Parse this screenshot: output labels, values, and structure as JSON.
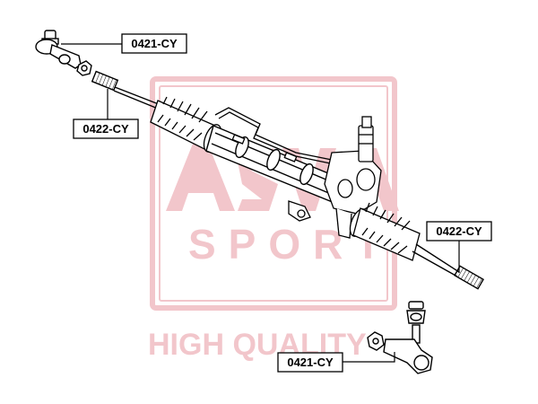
{
  "watermark": {
    "brand_mid": "SPORT",
    "tagline": "HIGH QUALITY",
    "color": "#f2c6cb"
  },
  "callouts": {
    "tie_rod_end_top": "0421-CY",
    "inner_tie_rod_left": "0422-CY",
    "inner_tie_rod_right": "0422-CY",
    "tie_rod_end_bottom": "0421-CY"
  },
  "colors": {
    "line": "#000000",
    "label_bg": "#ffffff"
  }
}
